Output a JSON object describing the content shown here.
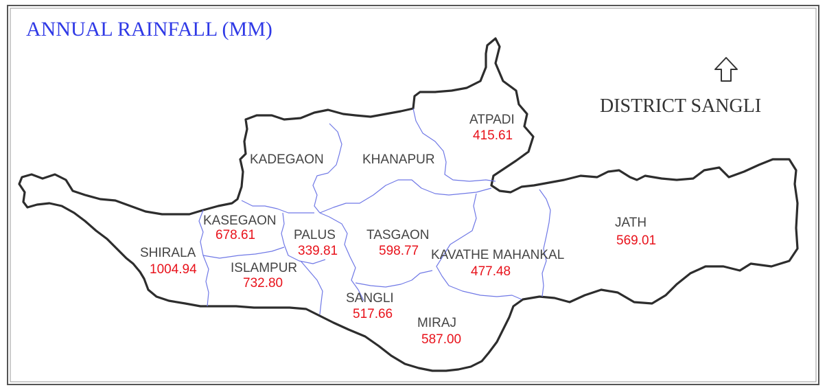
{
  "map": {
    "title": "ANNUAL RAINFALL (MM)",
    "district_label": "DISTRICT SANGLI",
    "north_arrow_icon": "north-arrow-icon",
    "colors": {
      "title": "#2f39e6",
      "boundary": "#2d2d2d",
      "internal_boundary": "#6f78e6",
      "name": "#444444",
      "value": "#e8121b",
      "frame": "#555555"
    },
    "talukas": [
      {
        "id": "atpadi",
        "name": "ATPADI",
        "value": "415.61"
      },
      {
        "id": "kadegaon",
        "name": "KADEGAON",
        "value": ""
      },
      {
        "id": "khanapur",
        "name": "KHANAPUR",
        "value": ""
      },
      {
        "id": "kasegaon",
        "name": "KASEGAON",
        "value": "678.61"
      },
      {
        "id": "palus",
        "name": "PALUS",
        "value": "339.81"
      },
      {
        "id": "tasgaon",
        "name": "TASGAON",
        "value": "598.77"
      },
      {
        "id": "jath",
        "name": "JATH",
        "value": "569.01"
      },
      {
        "id": "shirala",
        "name": "SHIRALA",
        "value": "1004.94"
      },
      {
        "id": "islampur",
        "name": "ISLAMPUR",
        "value": "732.80"
      },
      {
        "id": "kavathe",
        "name": "KAVATHE MAHANKAL",
        "value": "477.48"
      },
      {
        "id": "sangli",
        "name": "SANGLI",
        "value": "517.66"
      },
      {
        "id": "miraj",
        "name": "MIRAJ",
        "value": "587.00"
      }
    ]
  }
}
